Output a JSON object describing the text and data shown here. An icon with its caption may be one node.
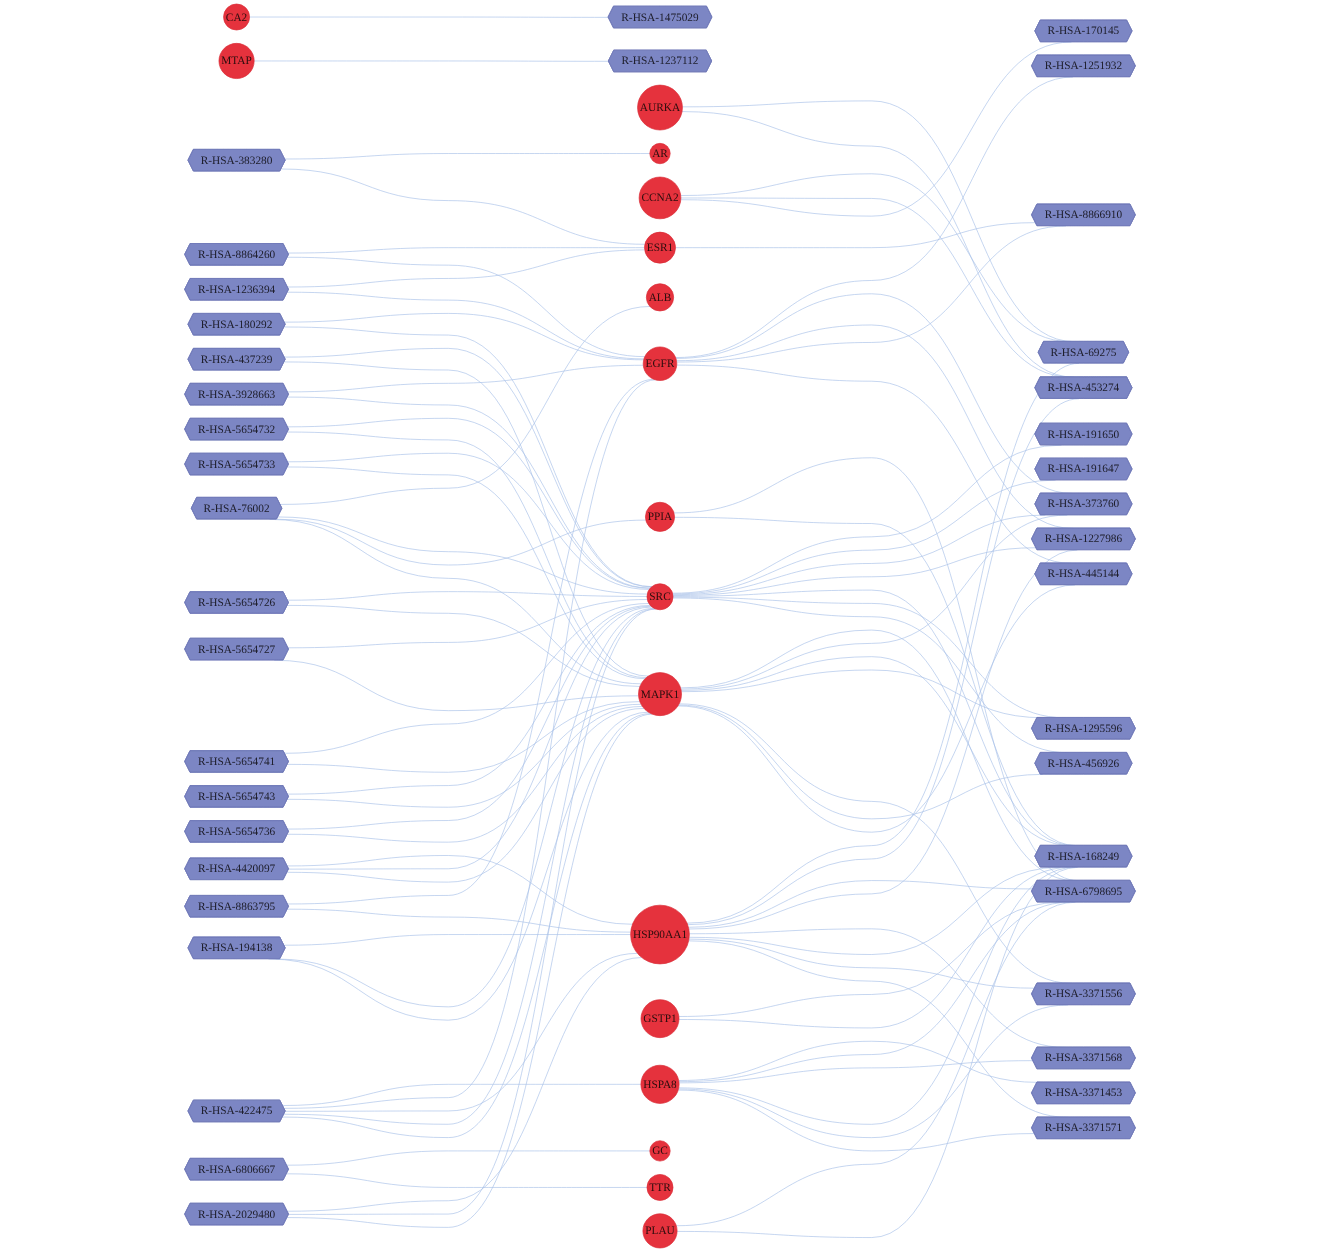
{
  "diagram": {
    "nodes": [
      {
        "text": [
          "R-HSA-383280"
        ]
      },
      {
        "text": [
          "R-HSA-69275"
        ]
      },
      {
        "text": [
          "R-HSA-453274"
        ]
      },
      {
        "text": [
          "R-HSA-1475029"
        ]
      },
      {
        "text": [
          "R-HSA-1237112"
        ]
      },
      {
        "text": [
          "R-HSA-170145"
        ]
      },
      {
        "text": [
          "R-HSA-191650"
        ]
      },
      {
        "text": [
          "R-HSA-191647"
        ]
      },
      {
        "text": [
          "R-HSA-3371453"
        ]
      },
      {
        "text": [
          "R-HSA-1251932"
        ]
      },
      {
        "text": [
          "R-HSA-6798695"
        ]
      },
      {
        "text": [
          "R-HSA-373760"
        ]
      },
      {
        "text": [
          "R-HSA-1227986"
        ]
      },
      {
        "text": [
          "R-HSA-3371568"
        ]
      },
      {
        "text": [
          "R-HSA-8866910"
        ]
      },
      {
        "text": [
          "R-HSA-168249"
        ]
      },
      {
        "text": [
          "R-HSA-1295596"
        ]
      },
      {
        "text": [
          "R-HSA-3371556"
        ]
      },
      {
        "text": [
          "R-HSA-456926"
        ]
      },
      {
        "text": [
          "R-HSA-445144"
        ]
      },
      {
        "text": [
          "R-HSA-3371571"
        ]
      },
      {
        "text": [
          "R-HSA-437239"
        ]
      },
      {
        "text": [
          "R-HSA-76002"
        ]
      },
      {
        "text": [
          "R-HSA-8863795"
        ]
      },
      {
        "text": [
          "R-HSA-5654732"
        ]
      },
      {
        "text": [
          "R-HSA-180292"
        ]
      },
      {
        "text": [
          "R-HSA-5654733"
        ]
      },
      {
        "text": [
          "R-HSA-8864260"
        ]
      },
      {
        "text": [
          "R-HSA-5654726"
        ]
      },
      {
        "text": [
          "R-HSA-5654727"
        ]
      },
      {
        "text": [
          "R-HSA-3928663"
        ]
      },
      {
        "text": [
          "R-HSA-4420097"
        ]
      },
      {
        "text": [
          "R-HSA-422475"
        ]
      },
      {
        "text": [
          "R-HSA-194138"
        ]
      },
      {
        "text": [
          "R-HSA-5654741"
        ]
      },
      {
        "text": [
          "R-HSA-5654743"
        ]
      },
      {
        "text": [
          "R-HSA-1236394"
        ]
      },
      {
        "text": [
          "R-HSA-6806667"
        ]
      },
      {
        "text": [
          "R-HSA-2029480"
        ]
      },
      {
        "text": [
          "R-HSA-5654736"
        ]
      },
      {
        "text": [
          "AURKA"
        ]
      },
      {
        "text": [
          "AR"
        ]
      },
      {
        "text": [
          "CCNA2"
        ]
      },
      {
        "text": [
          "GC"
        ]
      },
      {
        "text": [
          "CA2"
        ]
      },
      {
        "text": [
          "ALB"
        ]
      },
      {
        "text": [
          "MTAP"
        ]
      },
      {
        "text": [
          "ESR1"
        ]
      },
      {
        "text": [
          "HSPA8"
        ]
      },
      {
        "text": [
          "EGFR"
        ]
      },
      {
        "text": [
          "HSP90AA1"
        ]
      },
      {
        "text": [
          "SRC"
        ]
      },
      {
        "text": [
          "GSTP1"
        ]
      },
      {
        "text": [
          "PPIA"
        ]
      },
      {
        "text": [
          "TTR"
        ]
      },
      {
        "text": [
          "MAPK1"
        ]
      },
      {
        "text": [
          "PLAU"
        ]
      }
    ],
    "edges": [
      {
        "from": 0,
        "to": 41,
        "arrow": "none"
      },
      {
        "from": 0,
        "to": 47,
        "arrow": "none"
      },
      {
        "from": 40,
        "to": 1,
        "arrow": "none"
      },
      {
        "from": 42,
        "to": 1,
        "arrow": "none"
      },
      {
        "from": 50,
        "to": 1,
        "arrow": "none"
      },
      {
        "from": 40,
        "to": 2,
        "arrow": "none"
      },
      {
        "from": 42,
        "to": 2,
        "arrow": "none"
      },
      {
        "from": 50,
        "to": 2,
        "arrow": "none"
      },
      {
        "from": 44,
        "to": 3,
        "arrow": "none"
      },
      {
        "from": 46,
        "to": 4,
        "arrow": "none"
      },
      {
        "from": 42,
        "to": 5,
        "arrow": "none"
      },
      {
        "from": 51,
        "to": 6,
        "arrow": "none"
      },
      {
        "from": 51,
        "to": 7,
        "arrow": "none"
      },
      {
        "from": 48,
        "to": 8,
        "arrow": "none"
      },
      {
        "from": 49,
        "to": 9,
        "arrow": "none"
      },
      {
        "from": 48,
        "to": 10,
        "arrow": "none"
      },
      {
        "from": 50,
        "to": 10,
        "arrow": "none"
      },
      {
        "from": 52,
        "to": 10,
        "arrow": "none"
      },
      {
        "from": 53,
        "to": 10,
        "arrow": "none"
      },
      {
        "from": 55,
        "to": 10,
        "arrow": "none"
      },
      {
        "from": 56,
        "to": 10,
        "arrow": "none"
      },
      {
        "from": 49,
        "to": 11,
        "arrow": "none"
      },
      {
        "from": 51,
        "to": 11,
        "arrow": "none"
      },
      {
        "from": 55,
        "to": 11,
        "arrow": "none"
      },
      {
        "from": 49,
        "to": 12,
        "arrow": "none"
      },
      {
        "from": 50,
        "to": 12,
        "arrow": "none"
      },
      {
        "from": 51,
        "to": 12,
        "arrow": "none"
      },
      {
        "from": 48,
        "to": 13,
        "arrow": "none"
      },
      {
        "from": 50,
        "to": 13,
        "arrow": "none"
      },
      {
        "from": 47,
        "to": 14,
        "arrow": "none"
      },
      {
        "from": 49,
        "to": 14,
        "arrow": "none"
      },
      {
        "from": 48,
        "to": 15,
        "arrow": "none"
      },
      {
        "from": 50,
        "to": 15,
        "arrow": "none"
      },
      {
        "from": 51,
        "to": 15,
        "arrow": "none"
      },
      {
        "from": 52,
        "to": 15,
        "arrow": "none"
      },
      {
        "from": 53,
        "to": 15,
        "arrow": "none"
      },
      {
        "from": 55,
        "to": 15,
        "arrow": "none"
      },
      {
        "from": 56,
        "to": 15,
        "arrow": "none"
      },
      {
        "from": 51,
        "to": 16,
        "arrow": "none"
      },
      {
        "from": 55,
        "to": 16,
        "arrow": "none"
      },
      {
        "from": 48,
        "to": 17,
        "arrow": "none"
      },
      {
        "from": 50,
        "to": 17,
        "arrow": "none"
      },
      {
        "from": 55,
        "to": 17,
        "arrow": "none"
      },
      {
        "from": 51,
        "to": 18,
        "arrow": "none"
      },
      {
        "from": 55,
        "to": 18,
        "arrow": "none"
      },
      {
        "from": 49,
        "to": 19,
        "arrow": "none"
      },
      {
        "from": 55,
        "to": 19,
        "arrow": "none"
      },
      {
        "from": 48,
        "to": 20,
        "arrow": "none"
      },
      {
        "from": 50,
        "to": 20,
        "arrow": "none"
      },
      {
        "from": 21,
        "to": 51,
        "arrow": "none"
      },
      {
        "from": 21,
        "to": 55,
        "arrow": "none"
      },
      {
        "from": 22,
        "to": 45,
        "arrow": "none"
      },
      {
        "from": 22,
        "to": 51,
        "arrow": "none"
      },
      {
        "from": 22,
        "to": 53,
        "arrow": "none"
      },
      {
        "from": 22,
        "to": 55,
        "arrow": "none"
      },
      {
        "from": 23,
        "to": 49,
        "arrow": "none"
      },
      {
        "from": 23,
        "to": 50,
        "arrow": "none"
      },
      {
        "from": 24,
        "to": 51,
        "arrow": "none"
      },
      {
        "from": 24,
        "to": 55,
        "arrow": "none"
      },
      {
        "from": 25,
        "to": 49,
        "arrow": "none"
      },
      {
        "from": 25,
        "to": 51,
        "arrow": "none"
      },
      {
        "from": 26,
        "to": 51,
        "arrow": "none"
      },
      {
        "from": 26,
        "to": 55,
        "arrow": "none"
      },
      {
        "from": 27,
        "to": 47,
        "arrow": "none"
      },
      {
        "from": 27,
        "to": 49,
        "arrow": "none"
      },
      {
        "from": 28,
        "to": 51,
        "arrow": "none"
      },
      {
        "from": 28,
        "to": 55,
        "arrow": "none"
      },
      {
        "from": 29,
        "to": 51,
        "arrow": "none"
      },
      {
        "from": 29,
        "to": 55,
        "arrow": "none"
      },
      {
        "from": 30,
        "to": 49,
        "arrow": "none"
      },
      {
        "from": 30,
        "to": 51,
        "arrow": "none"
      },
      {
        "from": 31,
        "to": 50,
        "arrow": "none"
      },
      {
        "from": 31,
        "to": 51,
        "arrow": "none"
      },
      {
        "from": 31,
        "to": 55,
        "arrow": "none"
      },
      {
        "from": 32,
        "to": 48,
        "arrow": "none"
      },
      {
        "from": 32,
        "to": 49,
        "arrow": "none"
      },
      {
        "from": 32,
        "to": 50,
        "arrow": "none"
      },
      {
        "from": 32,
        "to": 51,
        "arrow": "none"
      },
      {
        "from": 32,
        "to": 55,
        "arrow": "none"
      },
      {
        "from": 33,
        "to": 50,
        "arrow": "none"
      },
      {
        "from": 33,
        "to": 51,
        "arrow": "none"
      },
      {
        "from": 33,
        "to": 55,
        "arrow": "none"
      },
      {
        "from": 34,
        "to": 51,
        "arrow": "none"
      },
      {
        "from": 34,
        "to": 55,
        "arrow": "none"
      },
      {
        "from": 35,
        "to": 51,
        "arrow": "none"
      },
      {
        "from": 35,
        "to": 55,
        "arrow": "none"
      },
      {
        "from": 36,
        "to": 47,
        "arrow": "none"
      },
      {
        "from": 36,
        "to": 49,
        "arrow": "none"
      },
      {
        "from": 37,
        "to": 43,
        "arrow": "none"
      },
      {
        "from": 37,
        "to": 54,
        "arrow": "none"
      },
      {
        "from": 38,
        "to": 50,
        "arrow": "none"
      },
      {
        "from": 38,
        "to": 51,
        "arrow": "none"
      },
      {
        "from": 38,
        "to": 55,
        "arrow": "none"
      },
      {
        "from": 39,
        "to": 51,
        "arrow": "none"
      },
      {
        "from": 39,
        "to": 55,
        "arrow": "none"
      }
    ]
  }
}
